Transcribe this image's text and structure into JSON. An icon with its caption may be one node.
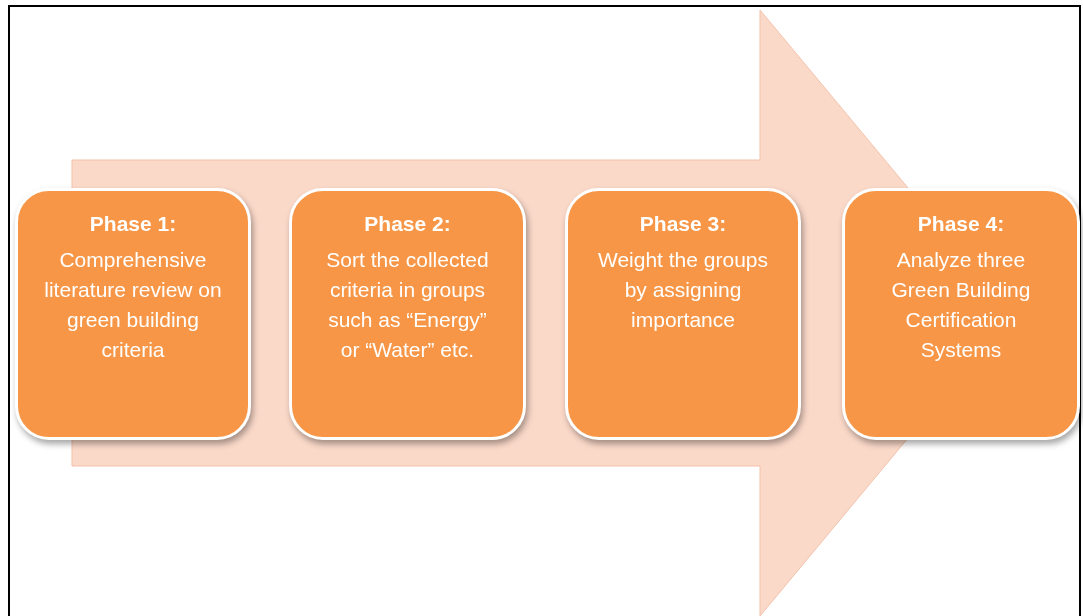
{
  "diagram": {
    "nodes": [
      {
        "text": [
          "Phase 1:",
          "Comprehensive literature review on green building criteria"
        ]
      },
      {
        "text": [
          "Phase 2:",
          "Sort the collected criteria in groups such as “Energy” or “Water” etc."
        ]
      },
      {
        "text": [
          "Phase 3:",
          "Weight the groups by assigning importance"
        ]
      },
      {
        "text": [
          "Phase 4:",
          "Analyze three Green Building Certification Systems"
        ]
      }
    ],
    "edges": [
      {
        "from": 0,
        "to": 3,
        "arrow": "to"
      }
    ]
  }
}
